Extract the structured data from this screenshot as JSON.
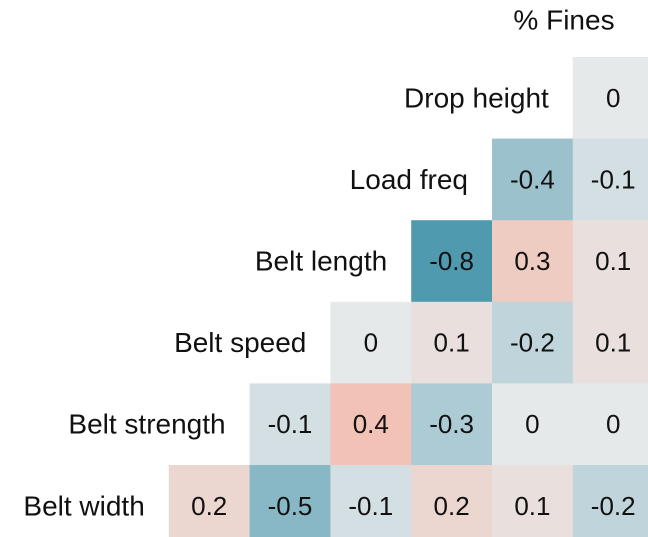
{
  "chart_data": {
    "type": "heatmap",
    "layout": "lower-triangular correlation matrix",
    "rows": [
      "Drop height",
      "Load freq",
      "Belt length",
      "Belt speed",
      "Belt strength",
      "Belt width"
    ],
    "columns": [
      "Belt width",
      "Belt strength",
      "Belt speed",
      "Belt length",
      "Load freq",
      "Drop height",
      "% Fines"
    ],
    "column_label_visible": "% Fines",
    "values": [
      [
        null,
        null,
        null,
        null,
        null,
        null,
        0
      ],
      [
        null,
        null,
        null,
        null,
        null,
        -0.4,
        -0.1
      ],
      [
        null,
        null,
        null,
        null,
        -0.8,
        0.3,
        0.1
      ],
      [
        null,
        null,
        null,
        0,
        0.1,
        -0.2,
        0.1
      ],
      [
        null,
        null,
        -0.1,
        0.4,
        -0.3,
        0,
        0
      ],
      [
        null,
        0.2,
        -0.5,
        -0.1,
        0.2,
        0.1,
        -0.2
      ]
    ],
    "value_labels": [
      [
        null,
        null,
        null,
        null,
        null,
        null,
        "0"
      ],
      [
        null,
        null,
        null,
        null,
        null,
        "-0.4",
        "-0.1"
      ],
      [
        null,
        null,
        null,
        null,
        "-0.8",
        "0.3",
        "0.1"
      ],
      [
        null,
        null,
        null,
        "0",
        "0.1",
        "-0.2",
        "0.1"
      ],
      [
        null,
        null,
        "-0.1",
        "0.4",
        "-0.3",
        "0",
        "0"
      ],
      [
        null,
        "0.2",
        "-0.5",
        "-0.1",
        "0.2",
        "0.1",
        "-0.2"
      ]
    ],
    "color_scale": {
      "negative": "#4f9aae",
      "neutral": "#e6e9ea",
      "positive": "#fb9b80",
      "range": [
        -0.8,
        0.8
      ]
    },
    "legend": "none"
  }
}
